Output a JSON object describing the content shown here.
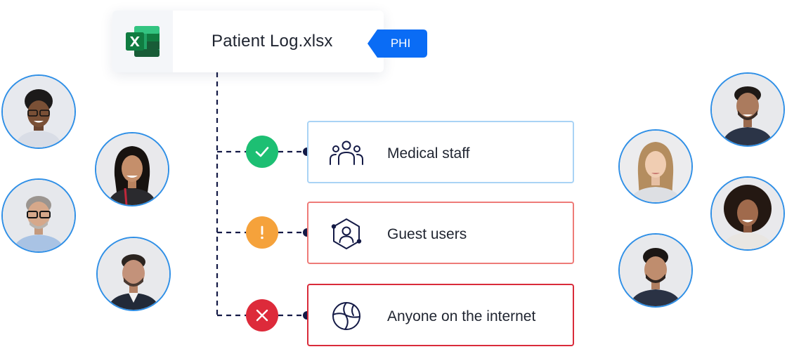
{
  "file": {
    "name": "Patient Log.xlsx",
    "icon": "excel-icon",
    "tag": "PHI",
    "tag_color": "#0a6cf5"
  },
  "rows": [
    {
      "label": "Medical staff",
      "icon": "group-icon",
      "status": "allowed",
      "status_icon": "check-icon",
      "status_color": "#1dbf73",
      "border_color": "#a9d3f5"
    },
    {
      "label": "Guest users",
      "icon": "guest-user-icon",
      "status": "warning",
      "status_icon": "exclamation-icon",
      "status_color": "#f5a23b",
      "border_color": "#ee7b78"
    },
    {
      "label": "Anyone on the internet",
      "icon": "globe-icon",
      "status": "blocked",
      "status_icon": "x-icon",
      "status_color": "#dd2a3a",
      "border_color": "#d92b3a"
    }
  ],
  "colors": {
    "connector": "#141a46",
    "avatar_ring": "#2f8fe6"
  }
}
